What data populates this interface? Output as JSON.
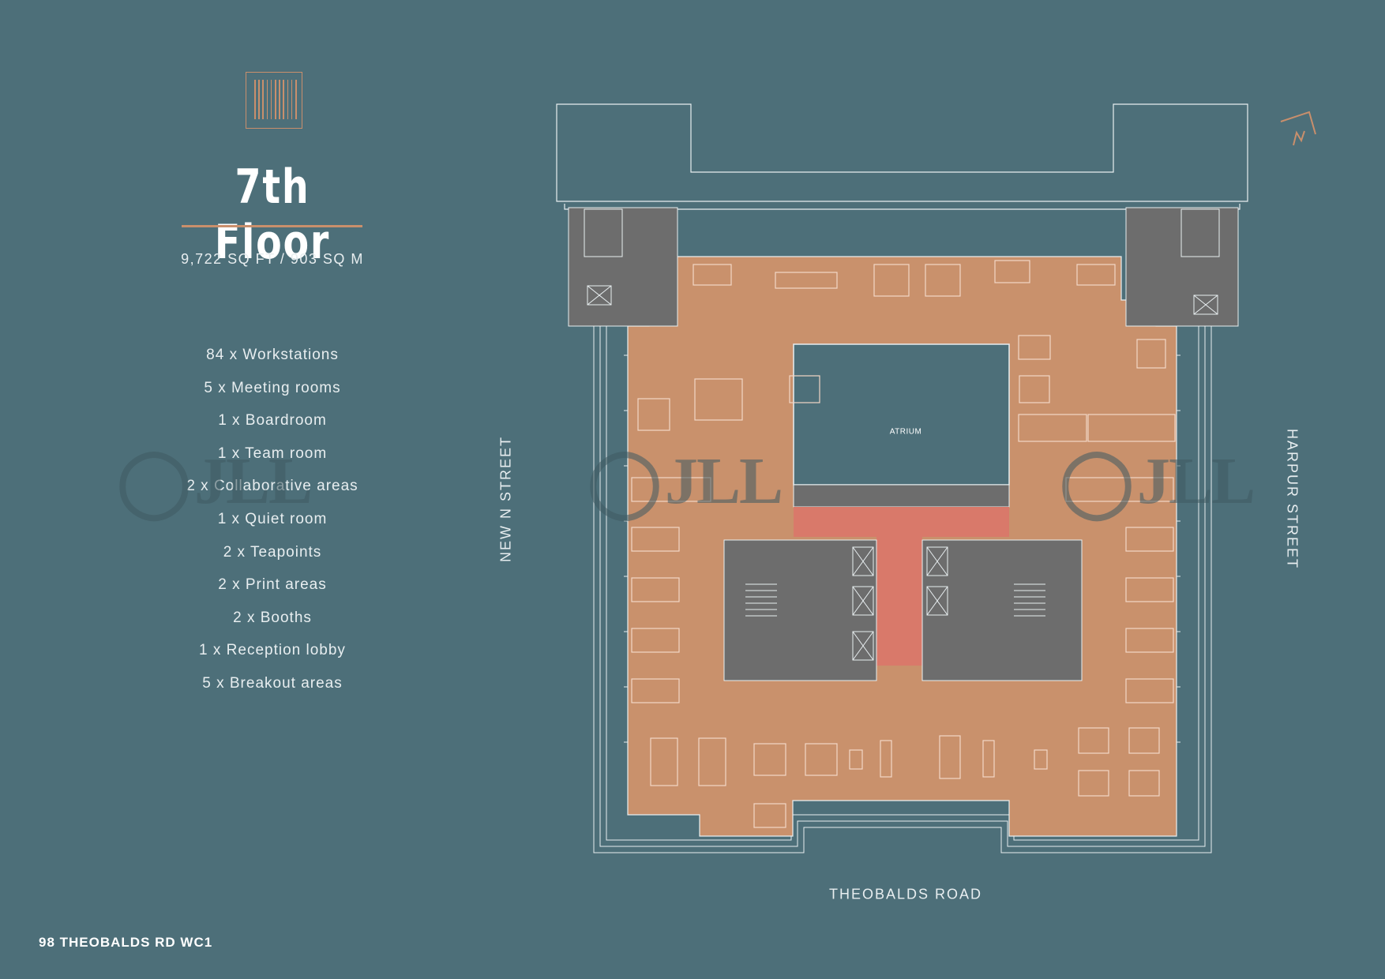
{
  "document": {
    "floor_title": "7th Floor",
    "area": "9,722 SQ FT / 903 SQ M",
    "address": "98 THEOBALDS RD WC1"
  },
  "features": [
    "84 x Workstations",
    "5 x Meeting rooms",
    "1 x Boardroom",
    "1 x Team room",
    "2 x Collaborative areas",
    "1 x Quiet room",
    "2 x Teapoints",
    "2 x Print areas",
    "2 x Booths",
    "1 x Reception lobby",
    "5 x Breakout areas"
  ],
  "plan": {
    "atrium_label": "ATRIUM",
    "streets": {
      "west": "NEW N STREET",
      "east": "HARPUR STREET",
      "south": "THEOBALDS ROAD"
    }
  },
  "watermark": "JLL",
  "colors": {
    "background": "#4d6f79",
    "accent": "#c98f6c",
    "office_floor": "#c9916c",
    "core": "#6d6d6d",
    "highlight": "#d9796a",
    "linework": "#e8eef0"
  },
  "icons": {
    "logo": "building-facade-logo",
    "north": "north-arrow-icon"
  }
}
